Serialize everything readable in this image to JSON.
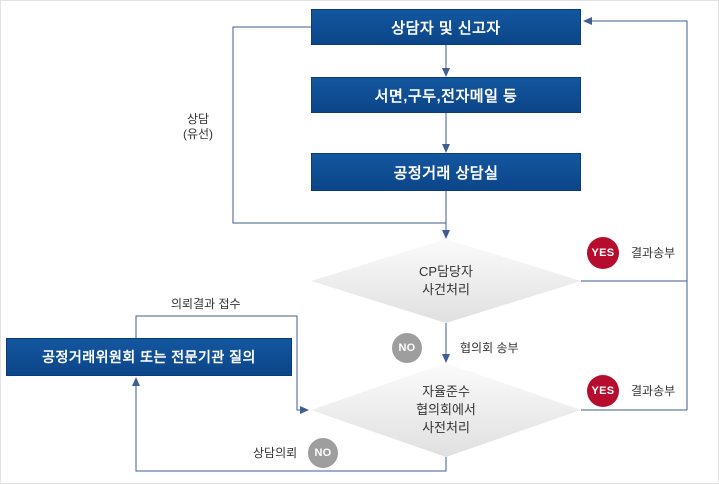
{
  "flowchart": {
    "boxes": {
      "counselor": "상담자 및 신고자",
      "methods": "서면,구두,전자메일 등",
      "office": "공정거래 상담실",
      "ftc": "공정거래위원회 또는 전문기관 질의"
    },
    "decisions": {
      "cp": {
        "line1": "CP담당자",
        "line2": "사건처리"
      },
      "council": {
        "line1": "자율준수",
        "line2": "협의회에서",
        "line3": "사전처리"
      }
    },
    "badges": {
      "yes_top": "YES",
      "yes_bottom": "YES",
      "no_middle": "NO",
      "no_bottom": "NO"
    },
    "labels": {
      "phone_line1": "상담",
      "phone_line2": "(유선)",
      "request_result": "의뢰결과 접수",
      "council_send": "협의회 송부",
      "consult_request": "상담의뢰",
      "result_send_top": "결과송부",
      "result_send_bottom": "결과송부"
    },
    "colors": {
      "box_blue": "#0e4c96",
      "yes_red": "#b60d2f",
      "no_gray": "#9e9e9e",
      "line": "#3f5e92",
      "diamond_gray": "#e9e9e9"
    }
  }
}
